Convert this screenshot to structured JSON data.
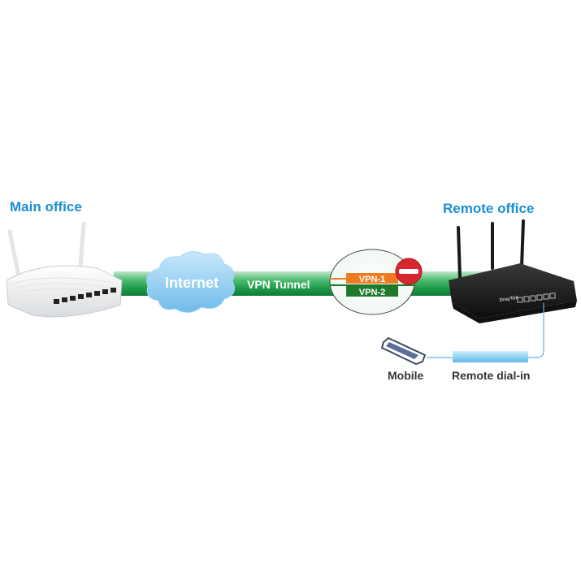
{
  "labels": {
    "main_office": "Main office",
    "remote_office": "Remote office",
    "internet": "Internet",
    "vpn_tunnel": "VPN Tunnel",
    "vpn1": "VPN-1",
    "vpn2": "VPN-2",
    "mobile": "Mobile",
    "remote_dial_in": "Remote dial-in"
  },
  "brand": {
    "router_brand": "DrayTek"
  },
  "colors": {
    "title_blue": "#1a8fd6",
    "tunnel_green": "#1f9a4a",
    "vpn1_orange": "#ee7a22",
    "vpn2_green": "#1d7a2c",
    "block_red": "#d7262e",
    "cloud_blue": "#8ccaf0",
    "dialin_blue": "#7fc8ee"
  }
}
